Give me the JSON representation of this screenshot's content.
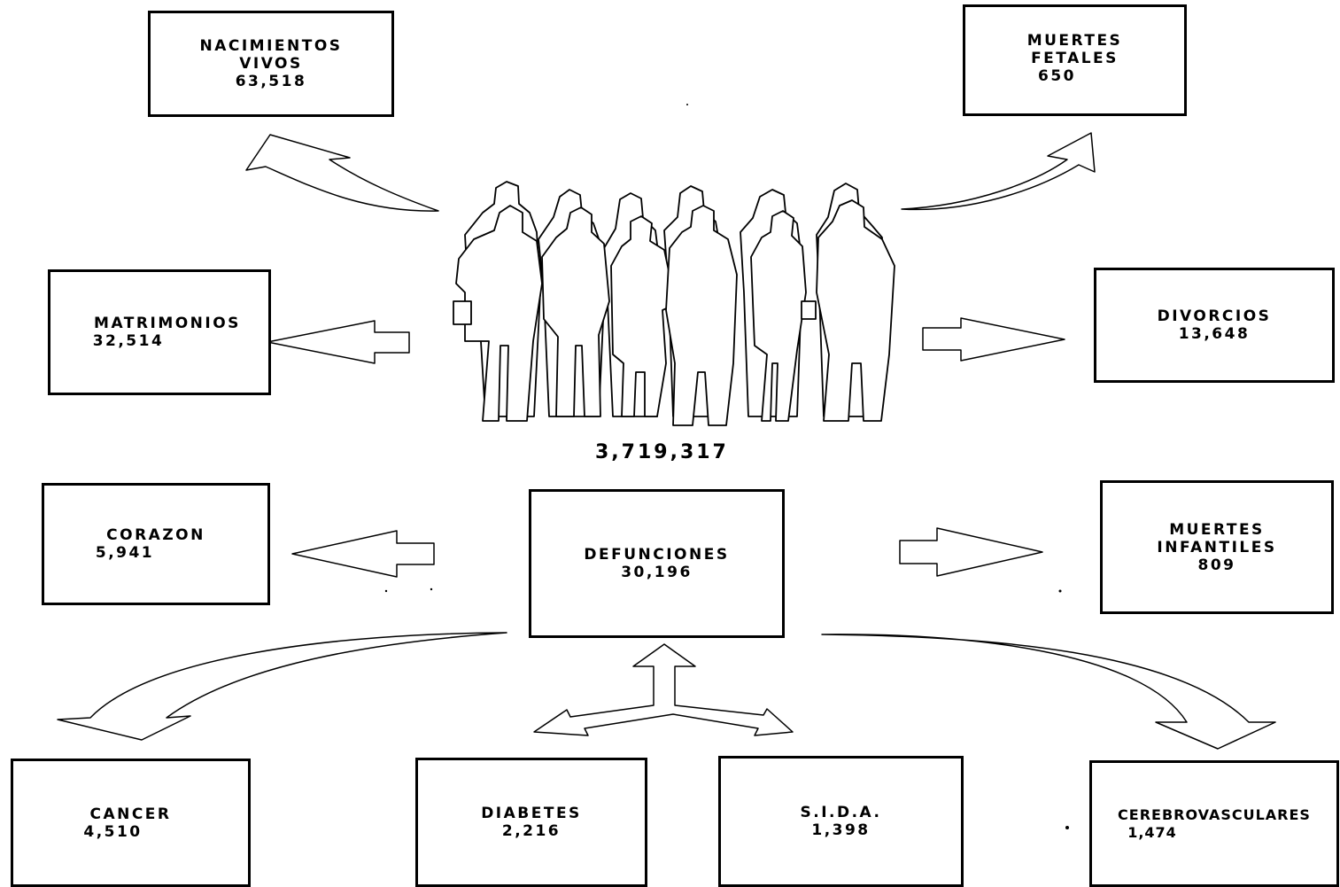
{
  "population": {
    "total": "3,719,317"
  },
  "boxes": {
    "nacimientos": {
      "label_1": "NACIMIENTOS",
      "label_2": "VIVOS",
      "value": "63,518"
    },
    "muertes_fetales": {
      "label_1": "MUERTES",
      "label_2": "FETALES",
      "value": "650"
    },
    "matrimonios": {
      "label": "MATRIMONIOS",
      "value": "32,514"
    },
    "divorcios": {
      "label": "DIVORCIOS",
      "value": "13,648"
    },
    "corazon": {
      "label": "CORAZON",
      "value": "5,941"
    },
    "defunciones": {
      "label": "DEFUNCIONES",
      "value": "30,196"
    },
    "muertes_infantiles": {
      "label_1": "MUERTES",
      "label_2": "INFANTILES",
      "value": "809"
    },
    "cancer": {
      "label": "CANCER",
      "value": "4,510"
    },
    "diabetes": {
      "label": "DIABETES",
      "value": "2,216"
    },
    "sida": {
      "label": "S.I.D.A.",
      "value": "1,398"
    },
    "cerebrovasculares": {
      "label": "CEREBROVASCULARES",
      "value": "1,474"
    }
  }
}
